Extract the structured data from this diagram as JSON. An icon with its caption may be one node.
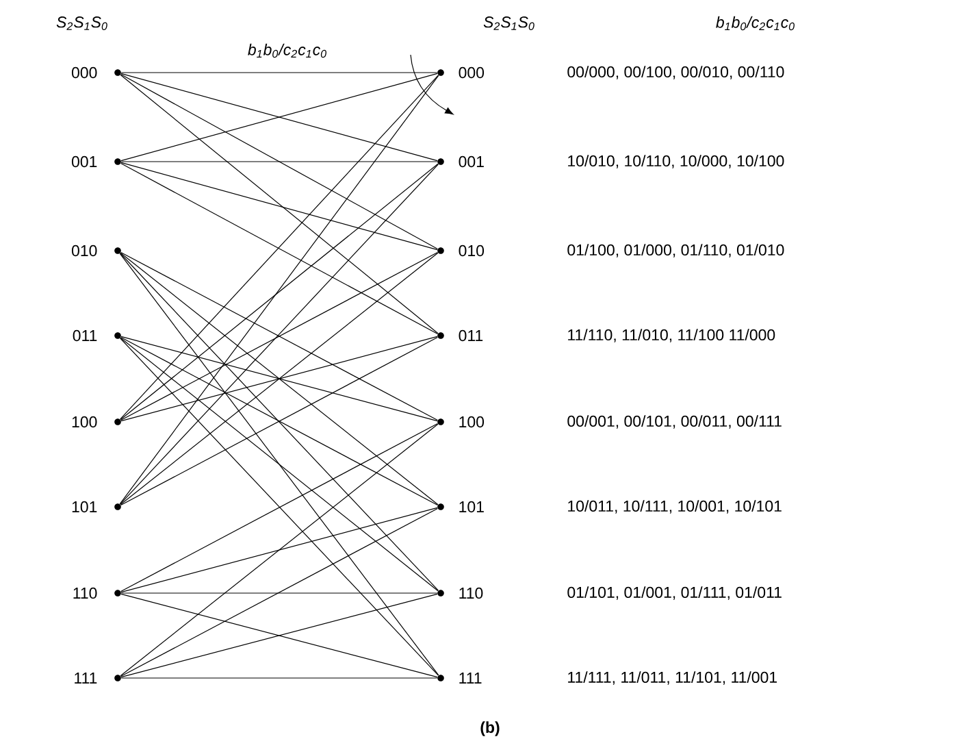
{
  "diagram": {
    "caption": "(b)",
    "nodes": [
      {
        "text": [
          "000"
        ]
      },
      {
        "text": [
          "001"
        ]
      },
      {
        "text": [
          "010"
        ]
      },
      {
        "text": [
          "011"
        ]
      },
      {
        "text": [
          "100"
        ]
      },
      {
        "text": [
          "101"
        ]
      },
      {
        "text": [
          "110"
        ]
      },
      {
        "text": [
          "111"
        ]
      },
      {
        "text": [
          "000"
        ]
      },
      {
        "text": [
          "001"
        ]
      },
      {
        "text": [
          "010"
        ]
      },
      {
        "text": [
          "011"
        ]
      },
      {
        "text": [
          "100"
        ]
      },
      {
        "text": [
          "101"
        ]
      },
      {
        "text": [
          "110"
        ]
      },
      {
        "text": [
          "111"
        ]
      }
    ],
    "edges": [
      {
        "from": 0,
        "to": 8,
        "arrow": "none"
      },
      {
        "from": 0,
        "to": 9,
        "arrow": "none"
      },
      {
        "from": 0,
        "to": 10,
        "arrow": "none"
      },
      {
        "from": 0,
        "to": 11,
        "arrow": "none"
      },
      {
        "from": 1,
        "to": 8,
        "arrow": "none"
      },
      {
        "from": 1,
        "to": 9,
        "arrow": "none"
      },
      {
        "from": 1,
        "to": 10,
        "arrow": "none"
      },
      {
        "from": 1,
        "to": 11,
        "arrow": "none"
      },
      {
        "from": 2,
        "to": 12,
        "arrow": "none"
      },
      {
        "from": 2,
        "to": 13,
        "arrow": "none"
      },
      {
        "from": 2,
        "to": 14,
        "arrow": "none"
      },
      {
        "from": 2,
        "to": 15,
        "arrow": "none"
      },
      {
        "from": 3,
        "to": 12,
        "arrow": "none"
      },
      {
        "from": 3,
        "to": 13,
        "arrow": "none"
      },
      {
        "from": 3,
        "to": 14,
        "arrow": "none"
      },
      {
        "from": 3,
        "to": 15,
        "arrow": "none"
      },
      {
        "from": 4,
        "to": 8,
        "arrow": "none"
      },
      {
        "from": 4,
        "to": 9,
        "arrow": "none"
      },
      {
        "from": 4,
        "to": 10,
        "arrow": "none"
      },
      {
        "from": 4,
        "to": 11,
        "arrow": "none"
      },
      {
        "from": 5,
        "to": 8,
        "arrow": "none"
      },
      {
        "from": 5,
        "to": 9,
        "arrow": "none"
      },
      {
        "from": 5,
        "to": 10,
        "arrow": "none"
      },
      {
        "from": 5,
        "to": 11,
        "arrow": "none"
      },
      {
        "from": 6,
        "to": 12,
        "arrow": "none"
      },
      {
        "from": 6,
        "to": 13,
        "arrow": "none"
      },
      {
        "from": 6,
        "to": 14,
        "arrow": "none"
      },
      {
        "from": 6,
        "to": 15,
        "arrow": "none"
      },
      {
        "from": 7,
        "to": 12,
        "arrow": "none"
      },
      {
        "from": 7,
        "to": 13,
        "arrow": "none"
      },
      {
        "from": 7,
        "to": 14,
        "arrow": "none"
      },
      {
        "from": 7,
        "to": 15,
        "arrow": "none"
      }
    ],
    "labels": [
      "S$_{2}$S$_{1}$S$_{0}$",
      "S$_{2}$S$_{1}$S$_{0}$",
      "b$_{1}$b$_{0}$/c$_{2}$c$_{1}$c$_{0}$",
      "b$_{1}$b$_{0}$/c$_{2}$c$_{1}$c$_{0}$",
      "00/000, 00/100, 00/010, 00/110",
      "10/010, 10/110, 10/000, 10/100",
      "01/100, 01/000, 01/110, 01/010",
      "11/110, 11/010, 11/100  11/000",
      "00/001, 00/101, 00/011, 00/111",
      "10/011, 10/111, 10/001, 10/101",
      "01/101, 01/001, 01/111, 01/011",
      "11/111, 11/011, 11/101, 11/001"
    ]
  }
}
